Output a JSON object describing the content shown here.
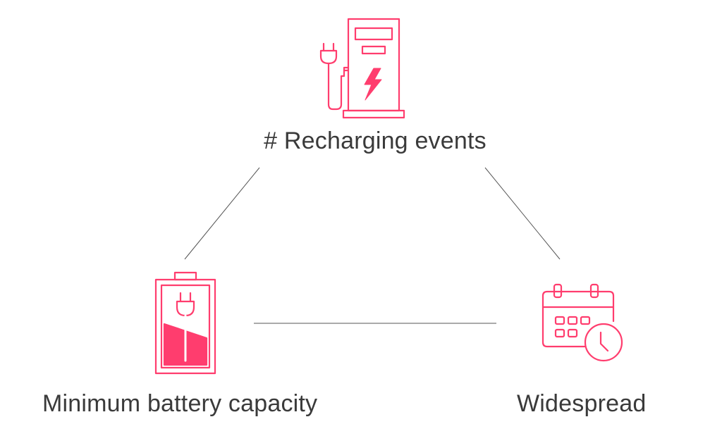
{
  "nodes": {
    "top": {
      "label": "# Recharging events",
      "icon": "charging-station-icon"
    },
    "left": {
      "label": "Minimum battery capacity",
      "icon": "battery-plug-icon"
    },
    "right": {
      "label": "Widespread",
      "icon": "calendar-clock-icon"
    }
  },
  "edges": [
    {
      "from": "top",
      "to": "left"
    },
    {
      "from": "top",
      "to": "right"
    },
    {
      "from": "left",
      "to": "right"
    }
  ],
  "colors": {
    "accent": "#ff3d6e",
    "line": "#555555",
    "text": "#3a3a3a"
  }
}
